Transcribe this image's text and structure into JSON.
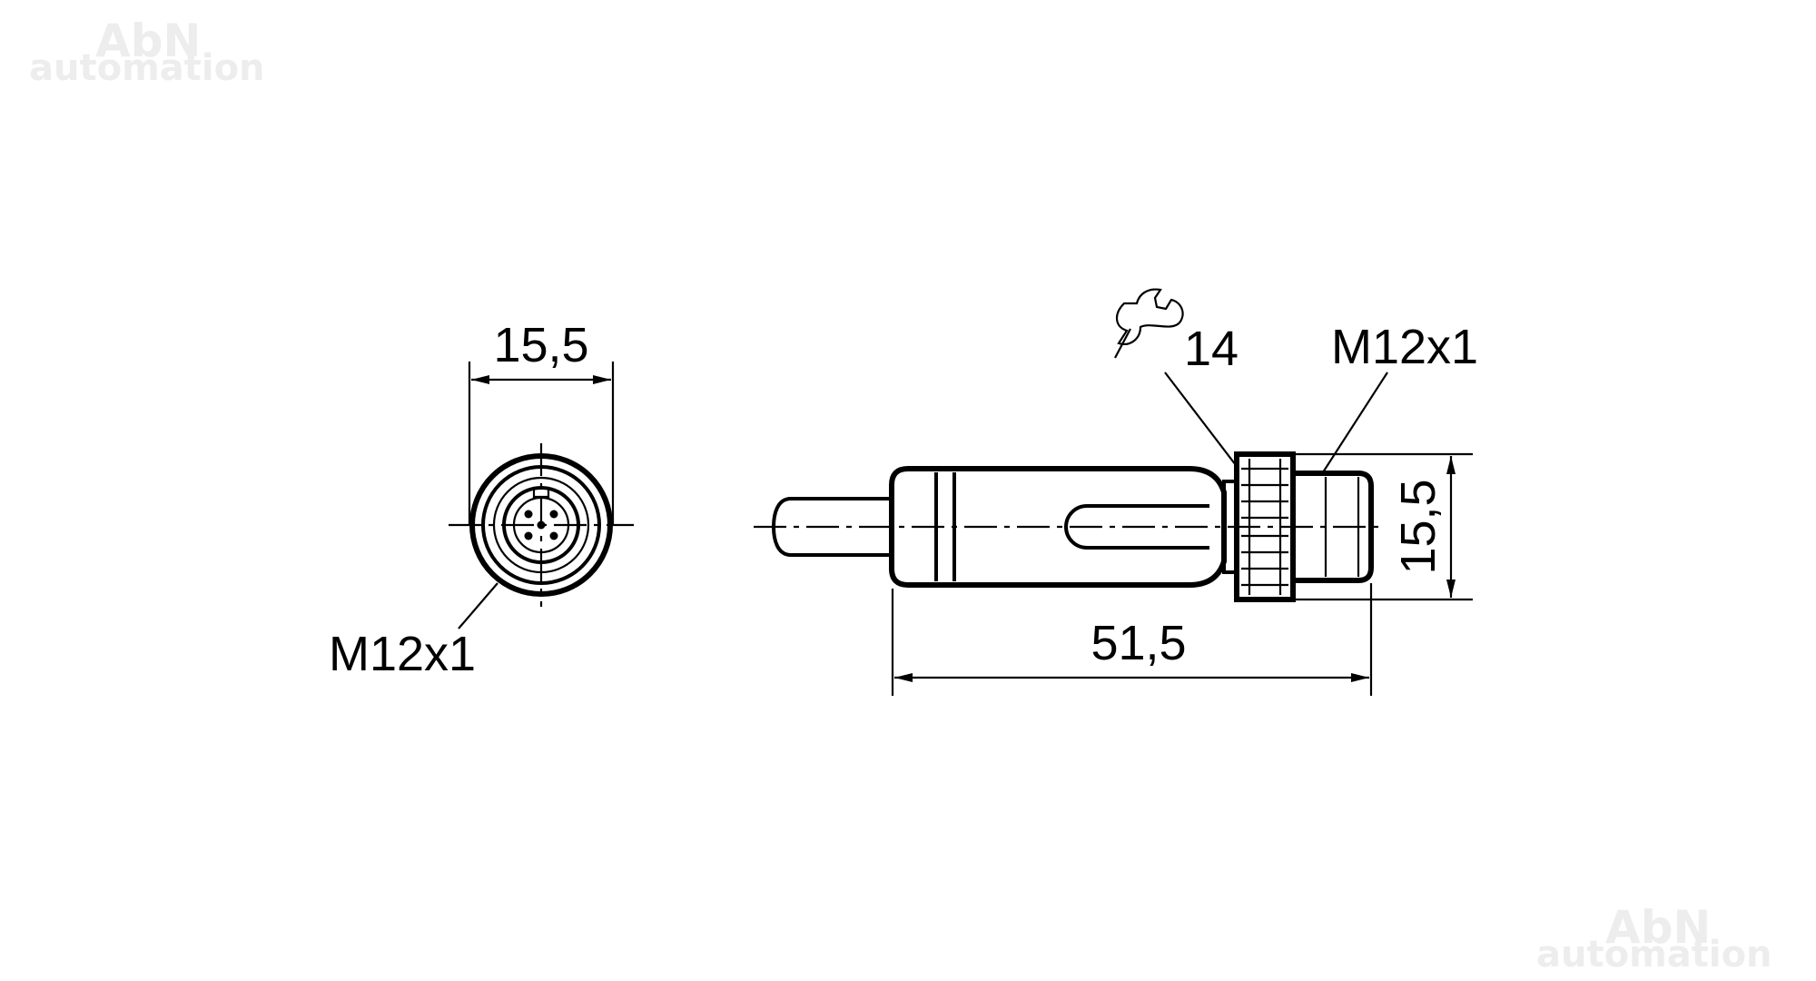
{
  "watermark": {
    "line1": "AbN",
    "line2": "automation"
  },
  "front_view": {
    "width_dimension": "15,5",
    "thread_label": "M12x1"
  },
  "side_view": {
    "wrench_icon": "wrench-icon",
    "wrench_size": "14",
    "thread_label": "M12x1",
    "height_dimension": "15,5",
    "length_dimension": "51,5"
  },
  "colors": {
    "line": "#000000",
    "watermark": "#ededed"
  }
}
